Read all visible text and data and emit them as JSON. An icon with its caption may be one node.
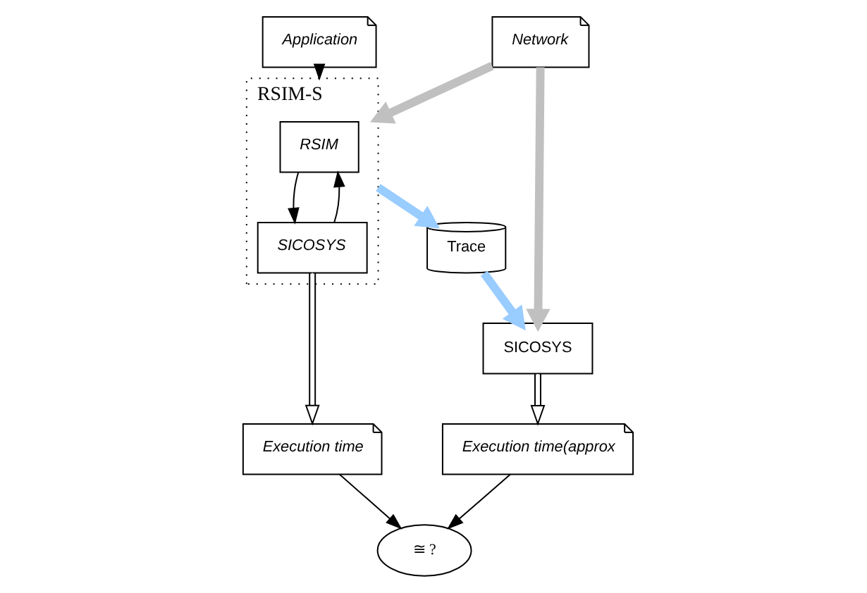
{
  "diagram": {
    "nodes": [
      {
        "text": [
          "Application"
        ]
      },
      {
        "text": [
          "Network"
        ]
      },
      {
        "text": [
          "RSIM-S"
        ]
      },
      {
        "text": [
          "RSIM"
        ],
        "in": 2
      },
      {
        "text": [
          "SICOSYS"
        ],
        "in": 2
      },
      {
        "text": [
          "Trace"
        ]
      },
      {
        "text": [
          "SICOSYS"
        ]
      },
      {
        "text": [
          "Execution time"
        ]
      },
      {
        "text": [
          "Execution time(approx"
        ]
      },
      {
        "text": [
          "≅ ?"
        ]
      }
    ],
    "edges": [
      {
        "from": 0,
        "to": 2,
        "arrow": "to"
      },
      {
        "from": 1,
        "to": 2,
        "arrow": "to",
        "style": "thick",
        "color": "#c0c0c0"
      },
      {
        "from": 1,
        "to": 6,
        "arrow": "to",
        "style": "thick",
        "color": "#c0c0c0"
      },
      {
        "from": 3,
        "to": 4,
        "arrow": "to"
      },
      {
        "from": 4,
        "to": 3,
        "arrow": "to"
      },
      {
        "from": 2,
        "to": 5,
        "arrow": "to",
        "style": "thick",
        "color": "#99ccff"
      },
      {
        "from": 5,
        "to": 6,
        "arrow": "to",
        "style": "thick",
        "color": "#99ccff"
      },
      {
        "from": 4,
        "to": 7,
        "arrow": "to"
      },
      {
        "from": 6,
        "to": 8,
        "arrow": "to"
      },
      {
        "from": 7,
        "to": 9,
        "arrow": "to"
      },
      {
        "from": 8,
        "to": 9,
        "arrow": "to"
      }
    ]
  }
}
